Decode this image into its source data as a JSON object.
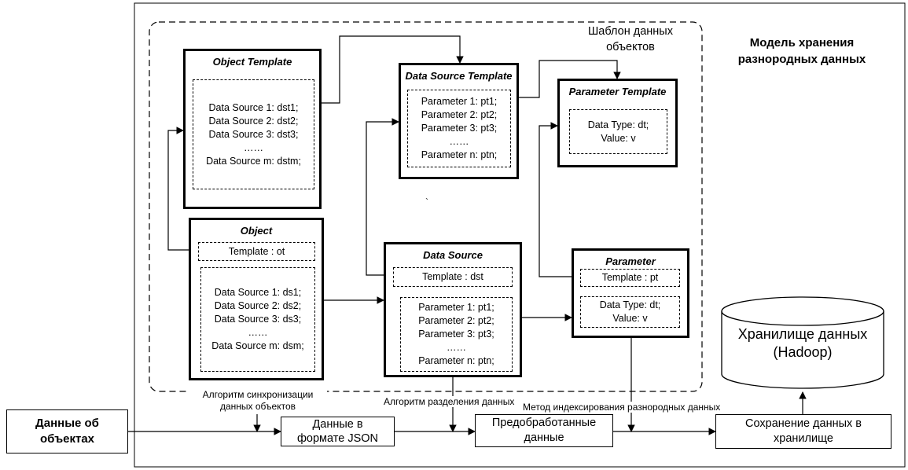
{
  "regions": {
    "model_title": [
      "Модель хранения",
      "разнородных данных"
    ],
    "template_region_title": [
      "Шаблон данных",
      "объектов"
    ]
  },
  "object_template": {
    "title": "Object Template",
    "lines": [
      "Data Source 1: dst1;",
      "Data Source 2: dst2;",
      "Data Source 3: dst3;",
      "……",
      "Data Source m: dstm;"
    ]
  },
  "data_source_template": {
    "title": "Data Source Template",
    "lines": [
      "Parameter 1: pt1;",
      "Parameter 2: pt2;",
      "Parameter 3: pt3;",
      "……",
      "Parameter n: ptn;"
    ]
  },
  "parameter_template": {
    "title": "Parameter Template",
    "lines": [
      "Data Type: dt;",
      "Value: v"
    ]
  },
  "object": {
    "title": "Object",
    "template": "Template : ot",
    "lines": [
      "Data Source 1: ds1;",
      "Data Source 2: ds2;",
      "Data Source 3: ds3;",
      "……",
      "Data Source m: dsm;"
    ]
  },
  "data_source": {
    "title": "Data Source",
    "template": "Template : dst",
    "lines": [
      "Parameter 1: pt1;",
      "Parameter 2: pt2;",
      "Parameter 3: pt3;",
      "……",
      "Parameter n: ptn;"
    ]
  },
  "parameter": {
    "title": "Parameter",
    "template": "Template : pt",
    "lines": [
      "Data Type: dt;",
      "Value: v"
    ]
  },
  "storage": {
    "lines": [
      "Хранилище данных",
      "(Hadoop)"
    ]
  },
  "pipeline": {
    "input": [
      "Данные об",
      "объектах"
    ],
    "json": [
      "Данные в",
      "формате JSON"
    ],
    "preprocessed": [
      "Предобработанные",
      "данные"
    ],
    "save": [
      "Сохранение данных в",
      "хранилище"
    ]
  },
  "algorithms": {
    "sync": [
      "Алгоритм синхронизации",
      "данных объектов"
    ],
    "split": "Алгоритм разделения данных",
    "index": "Метод  индексирования разнородных данных"
  },
  "stray_mark": "`"
}
